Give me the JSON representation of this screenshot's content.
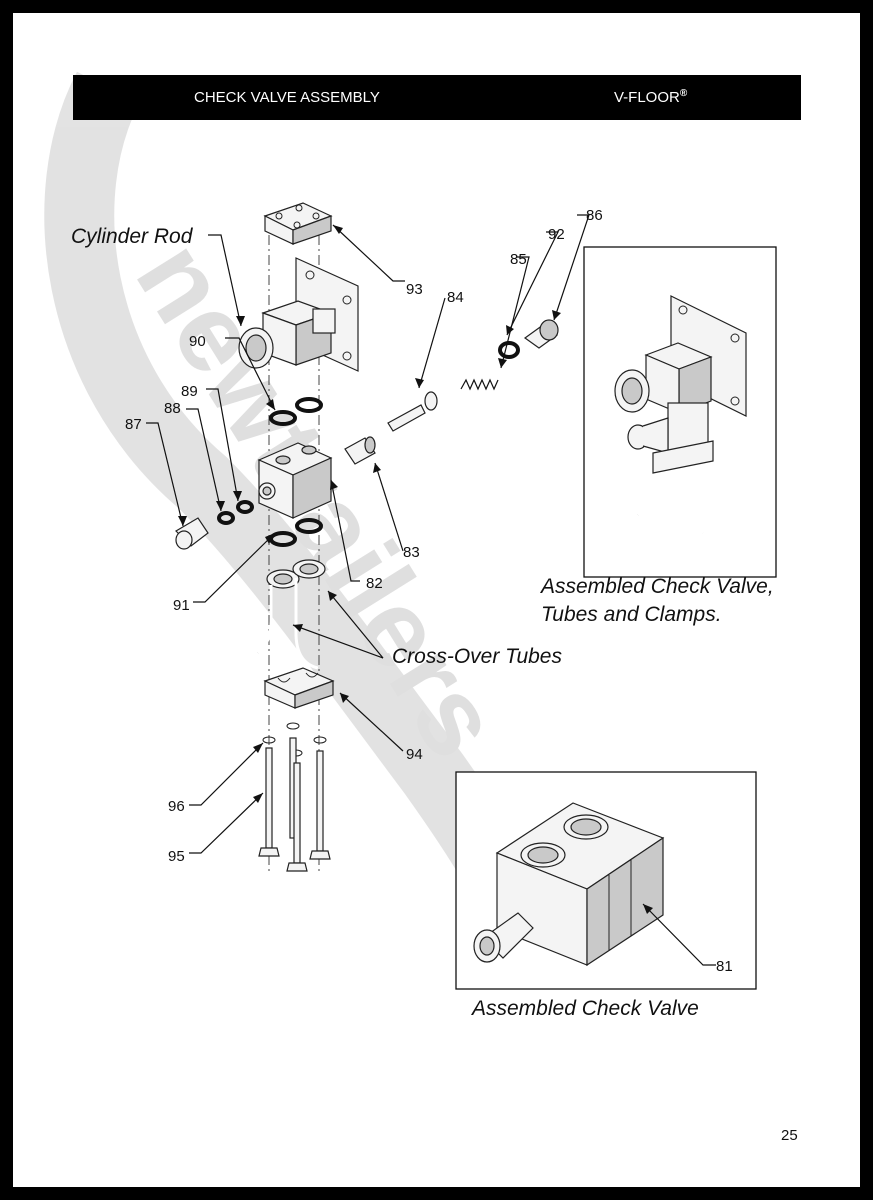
{
  "header": {
    "title": "CHECK VALVE ASSEMBLY",
    "brand": "V-FLOOR",
    "brand_mark": "®"
  },
  "watermark": {
    "text": "newtrailers"
  },
  "callouts": {
    "cylinder_rod": "Cylinder Rod",
    "cross_over_tubes": "Cross-Over Tubes",
    "assembled_check_valve_tubes_line1": "Assembled Check Valve,",
    "assembled_check_valve_tubes_line2": "Tubes and Clamps.",
    "assembled_check_valve": "Assembled Check Valve"
  },
  "part_numbers": {
    "p81": "81",
    "p82": "82",
    "p83": "83",
    "p84": "84",
    "p85": "85",
    "p86": "86",
    "p87": "87",
    "p88": "88",
    "p89": "89",
    "p90": "90",
    "p91": "91",
    "p92": "92",
    "p93": "93",
    "p94": "94",
    "p95": "95",
    "p96": "96"
  },
  "page_number": "25"
}
